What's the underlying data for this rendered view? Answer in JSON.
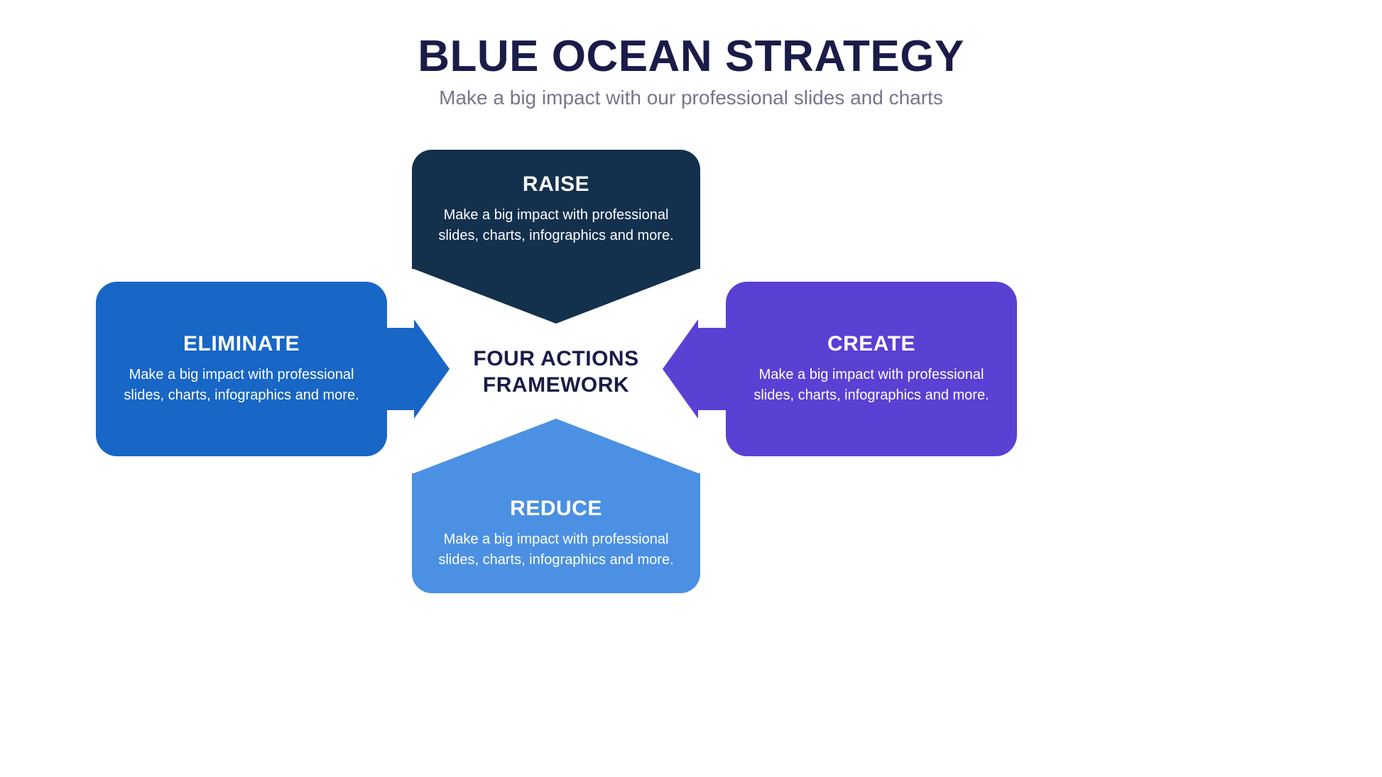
{
  "page": {
    "title": "BLUE OCEAN STRATEGY",
    "subtitle": "Make a big impact with our professional slides and charts"
  },
  "center": {
    "label": "FOUR ACTIONS FRAMEWORK"
  },
  "boxes": {
    "raise": {
      "title": "RAISE",
      "body": "Make a big impact with professional slides, charts, infographics and more."
    },
    "eliminate": {
      "title": "ELIMINATE",
      "body": "Make a big impact with professional slides, charts, infographics and more."
    },
    "create": {
      "title": "CREATE",
      "body": "Make a big impact with professional slides, charts, infographics and more."
    },
    "reduce": {
      "title": "REDUCE",
      "body": "Make a big impact with professional slides, charts, infographics and more."
    }
  },
  "colors": {
    "background": "#FFFFFF",
    "heading": "#1B1B49",
    "subtitle": "#75758B",
    "center_text": "#1B1B49",
    "box_text": "#FFFFFF",
    "raise": "#13304D",
    "eliminate": "#1866C5",
    "create": "#5A40D3",
    "reduce": "#4B90E2"
  }
}
